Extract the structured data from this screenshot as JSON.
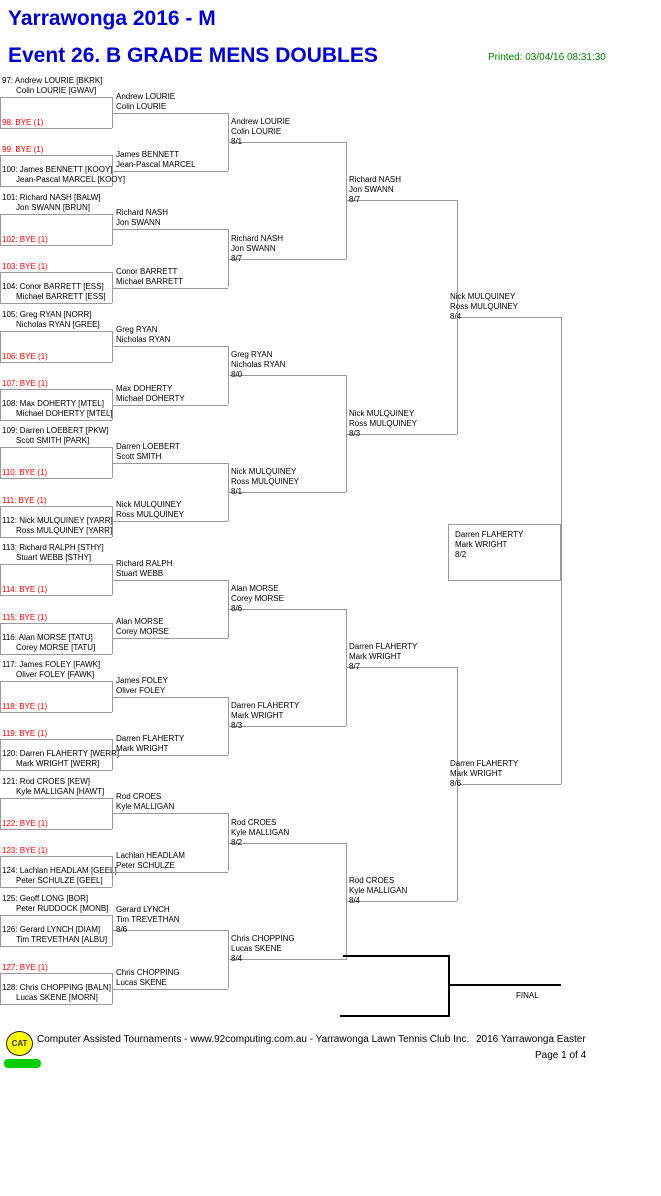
{
  "header": {
    "tournament": "Yarrawonga 2016 - M",
    "event": "Event 26. B GRADE MENS DOUBLES",
    "printed": "Printed: 03/04/16 08:31:30"
  },
  "colors": {
    "title_blue": "#0000cd",
    "printed_green": "#008000",
    "bye_red": "#ff0000",
    "bracket_line_gray": "#9a9a9a",
    "final_line_black": "#000000",
    "logo_yellow": "#ffff00",
    "bar_green": "#00d000"
  },
  "bracket": {
    "round1": [
      {
        "line1": "97: Andrew LOURIE [BKRK]",
        "line2": "Colin LOURIE [GWAV]",
        "bye": false
      },
      {
        "line1": "98: BYE (1)",
        "bye": true
      },
      {
        "line1": "99: BYE (1)",
        "bye": true
      },
      {
        "line1": "100: James BENNETT [KOOY]",
        "line2": "Jean-Pascal MARCEL [KOOY]",
        "bye": false
      },
      {
        "line1": "101: Richard NASH [BALW]",
        "line2": "Jon SWANN [BRUN]",
        "bye": false
      },
      {
        "line1": "102: BYE (1)",
        "bye": true
      },
      {
        "line1": "103: BYE (1)",
        "bye": true
      },
      {
        "line1": "104: Conor BARRETT [ESS]",
        "line2": "Michael BARRETT [ESS]",
        "bye": false
      },
      {
        "line1": "105: Greg RYAN [NORR]",
        "line2": "Nicholas RYAN [GREE]",
        "bye": false
      },
      {
        "line1": "106: BYE (1)",
        "bye": true
      },
      {
        "line1": "107: BYE (1)",
        "bye": true
      },
      {
        "line1": "108: Max DOHERTY [MTEL]",
        "line2": "Michael DOHERTY [MTEL]",
        "bye": false
      },
      {
        "line1": "109: Darren LOEBERT [PKW]",
        "line2": "Scott SMITH [PARK]",
        "bye": false
      },
      {
        "line1": "110: BYE (1)",
        "bye": true
      },
      {
        "line1": "111: BYE (1)",
        "bye": true
      },
      {
        "line1": "112: Nick MULQUINEY [YARR]",
        "line2": "Ross MULQUINEY [YARR]",
        "bye": false
      },
      {
        "line1": "113: Richard RALPH [STHY]",
        "line2": "Stuart WEBB [STHY]",
        "bye": false
      },
      {
        "line1": "114: BYE (1)",
        "bye": true
      },
      {
        "line1": "115: BYE (1)",
        "bye": true
      },
      {
        "line1": "116: Alan MORSE [TATU]",
        "line2": "Corey MORSE [TATU]",
        "bye": false
      },
      {
        "line1": "117: James FOLEY [FAWK]",
        "line2": "Oliver FOLEY [FAWK]",
        "bye": false
      },
      {
        "line1": "118: BYE (1)",
        "bye": true
      },
      {
        "line1": "119: BYE (1)",
        "bye": true
      },
      {
        "line1": "120: Darren FLAHERTY [WERR]",
        "line2": "Mark WRIGHT [WERR]",
        "bye": false
      },
      {
        "line1": "121: Rod CROES [KEW]",
        "line2": "Kyle MALLIGAN [HAWT]",
        "bye": false
      },
      {
        "line1": "122: BYE (1)",
        "bye": true
      },
      {
        "line1": "123: BYE (1)",
        "bye": true
      },
      {
        "line1": "124: Lachlan HEADLAM [GEEL]",
        "line2": "Peter SCHULZE [GEEL]",
        "bye": false
      },
      {
        "line1": "125: Geoff LONG [BOR]",
        "line2": "Peter RUDDOCK [MONB]",
        "bye": false
      },
      {
        "line1": "126: Gerard LYNCH [DIAM]",
        "line2": "Tim TREVETHAN [ALBU]",
        "bye": false
      },
      {
        "line1": "127: BYE (1)",
        "bye": true
      },
      {
        "line1": "128: Chris CHOPPING [BALN]",
        "line2": "Lucas SKENE [MORN]",
        "bye": false
      }
    ],
    "round2": [
      {
        "name1": "Andrew LOURIE",
        "name2": "Colin LOURIE",
        "score": ""
      },
      {
        "name1": "James BENNETT",
        "name2": "Jean-Pascal MARCEL",
        "score": ""
      },
      {
        "name1": "Richard NASH",
        "name2": "Jon SWANN",
        "score": ""
      },
      {
        "name1": "Conor BARRETT",
        "name2": "Michael BARRETT",
        "score": ""
      },
      {
        "name1": "Greg RYAN",
        "name2": "Nicholas RYAN",
        "score": ""
      },
      {
        "name1": "Max DOHERTY",
        "name2": "Michael DOHERTY",
        "score": ""
      },
      {
        "name1": "Darren LOEBERT",
        "name2": "Scott SMITH",
        "score": ""
      },
      {
        "name1": "Nick MULQUINEY",
        "name2": "Ross MULQUINEY",
        "score": ""
      },
      {
        "name1": "Richard RALPH",
        "name2": "Stuart WEBB",
        "score": ""
      },
      {
        "name1": "Alan MORSE",
        "name2": "Corey MORSE",
        "score": ""
      },
      {
        "name1": "James FOLEY",
        "name2": "Oliver FOLEY",
        "score": ""
      },
      {
        "name1": "Darren FLAHERTY",
        "name2": "Mark WRIGHT",
        "score": ""
      },
      {
        "name1": "Rod CROES",
        "name2": "Kyle MALLIGAN",
        "score": ""
      },
      {
        "name1": "Lachlan HEADLAM",
        "name2": "Peter SCHULZE",
        "score": ""
      },
      {
        "name1": "Gerard LYNCH",
        "name2": "Tim TREVETHAN",
        "score": "8/6"
      },
      {
        "name1": "Chris CHOPPING",
        "name2": "Lucas SKENE",
        "score": ""
      }
    ],
    "round3": [
      {
        "name1": "Andrew LOURIE",
        "name2": "Colin LOURIE",
        "score": "8/1"
      },
      {
        "name1": "Richard NASH",
        "name2": "Jon SWANN",
        "score": "8/7"
      },
      {
        "name1": "Greg RYAN",
        "name2": "Nicholas RYAN",
        "score": "8/0"
      },
      {
        "name1": "Nick MULQUINEY",
        "name2": "Ross MULQUINEY",
        "score": "8/1"
      },
      {
        "name1": "Alan MORSE",
        "name2": "Corey MORSE",
        "score": "8/6"
      },
      {
        "name1": "Darren FLAHERTY",
        "name2": "Mark WRIGHT",
        "score": "8/3"
      },
      {
        "name1": "Rod CROES",
        "name2": "Kyle MALLIGAN",
        "score": "8/2"
      },
      {
        "name1": "Chris CHOPPING",
        "name2": "Lucas SKENE",
        "score": "8/4"
      }
    ],
    "round4": [
      {
        "name1": "Richard NASH",
        "name2": "Jon SWANN",
        "score": "8/7"
      },
      {
        "name1": "Nick MULQUINEY",
        "name2": "Ross MULQUINEY",
        "score": "8/3"
      },
      {
        "name1": "Darren FLAHERTY",
        "name2": "Mark WRIGHT",
        "score": "8/7"
      },
      {
        "name1": "Rod CROES",
        "name2": "Kyle MALLIGAN",
        "score": "8/4"
      }
    ],
    "semifinals": [
      {
        "name1": "Nick MULQUINEY",
        "name2": "Ross MULQUINEY",
        "score": "8/4"
      },
      {
        "name1": "Darren FLAHERTY",
        "name2": "Mark WRIGHT",
        "score": "8/6"
      }
    ],
    "champion": {
      "name1": "Darren FLAHERTY",
      "name2": "Mark WRIGHT",
      "score": "8/2"
    },
    "final_label": "FINAL"
  },
  "footer": {
    "logo": "CAT",
    "left_text": "Computer Assisted Tournaments - www.92computing.com.au -  Yarrawonga Lawn Tennis Club Inc.",
    "right_line1": "2016 Yarrawonga Easter",
    "right_line2": "Page 1 of 4"
  }
}
